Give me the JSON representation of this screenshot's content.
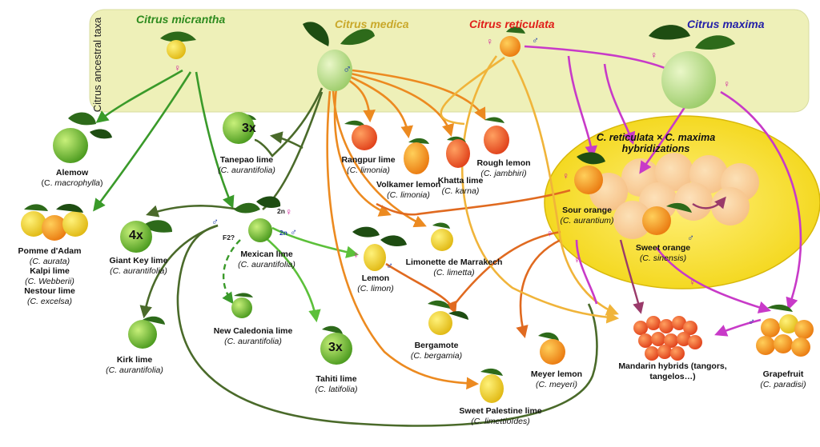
{
  "ancestral": {
    "panel_label": "Citrus ancestral taxa",
    "micrantha": "Citrus micrantha",
    "medica": "Citrus medica",
    "reticulata": "Citrus reticulata",
    "maxima": "Citrus maxima"
  },
  "hybrid_zone": {
    "title_1": "C. reticulata × C. maxima",
    "title_2": "hybridizations"
  },
  "species": {
    "alemow": {
      "name": "Alemow",
      "sci_prefix": "(C. ",
      "sci": "macrophylla",
      "sci_suffix": ")"
    },
    "pomme": {
      "name": "Pomme d'Adam",
      "sci": "(C. aurata)"
    },
    "kalpi": {
      "name": "Kalpi lime",
      "sci": "(C. Webberii)"
    },
    "nestour": {
      "name": "Nestour lime",
      "sci": "(C. excelsa)"
    },
    "giant_key": {
      "name": "Giant Key lime",
      "sci": "(C. aurantifolia)",
      "ploidy": "4x"
    },
    "kirk": {
      "name": "Kirk lime",
      "sci": "(C. aurantifolia)"
    },
    "tanepao": {
      "name": "Tanepao lime",
      "sci": "(C. aurantifolia)",
      "ploidy": "3x"
    },
    "mexican": {
      "name": "Mexican lime",
      "sci": "(C. aurantifolia)"
    },
    "new_caledonia": {
      "name": "New Caledonia lime",
      "sci": "(C. aurantifolia)"
    },
    "tahiti": {
      "name": "Tahiti lime",
      "sci": "(C. latifolia)",
      "ploidy": "3x"
    },
    "rangpur": {
      "name": "Rangpur lime",
      "sci": "(C. limonia)"
    },
    "volkamer": {
      "name": "Volkamer lemon",
      "sci": "(C. limonia)"
    },
    "khatta": {
      "name": "Khatta lime",
      "sci": "(C. karna)"
    },
    "rough": {
      "name": "Rough lemon",
      "sci": "(C. jambhiri)"
    },
    "lemon": {
      "name": "Lemon",
      "sci": "(C. limon)"
    },
    "limonette": {
      "name": "Limonette de Marrakech",
      "sci": "(C. limetta)"
    },
    "bergamote": {
      "name": "Bergamote",
      "sci": "(C. bergamia)"
    },
    "meyer": {
      "name": "Meyer lemon",
      "sci": "(C. meyeri)"
    },
    "sweet_palestine": {
      "name": "Sweet Palestine lime",
      "sci": "(C. limettioïdes)"
    },
    "sour_orange": {
      "name": "Sour orange",
      "sci": "(C. aurantium)"
    },
    "sweet_orange": {
      "name": "Sweet orange",
      "sci": "(C. sinensis)"
    },
    "mandarin_hybrids": {
      "name_1": "Mandarin hybrids (tangors,",
      "name_2": "tangelos…)"
    },
    "grapefruit": {
      "name": "Grapefruit",
      "sci": "(C. paradisi)"
    }
  },
  "annotations": {
    "female": "♀",
    "male": "♂",
    "f2": "F2?",
    "two_n": "2n",
    "two_n_b": "2n"
  },
  "colors": {
    "panel_fill": "#eef0b8",
    "hybrid_fill": "#f7e233",
    "micrantha": "#2e8b1f",
    "medica": "#c9a82a",
    "reticulata": "#e0201a",
    "maxima": "#2420a8",
    "arrow_micrantha": "#3a9a2a",
    "arrow_medica": "#ec8a20",
    "arrow_reticulata": "#f0b43a",
    "arrow_maxima": "#c83ac8",
    "arrow_mexican": "#4aa02e",
    "arrow_dark": "#4a6a2a"
  }
}
